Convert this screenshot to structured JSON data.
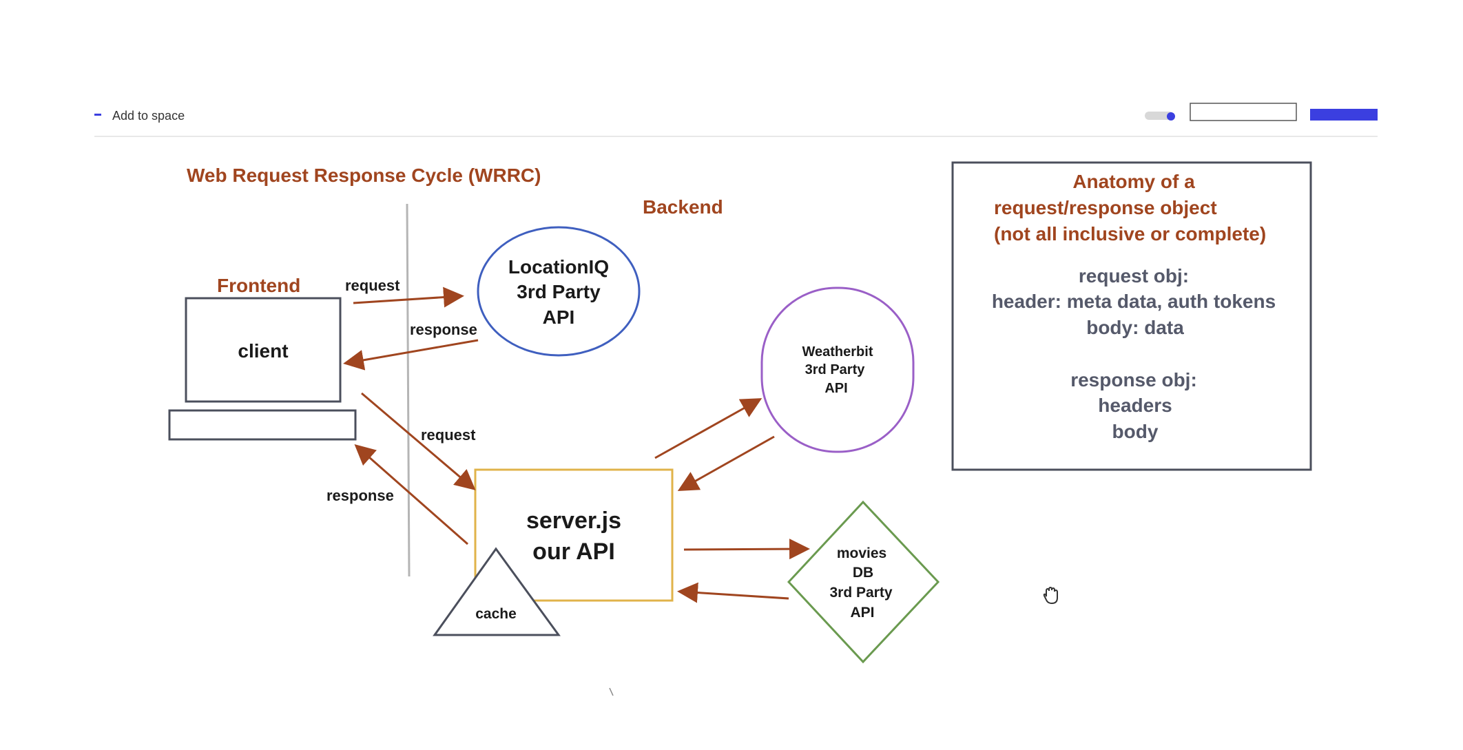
{
  "toolbar": {
    "add_to_space_label": "Add to space"
  },
  "diagram": {
    "title": "Web Request Response Cycle (WRRC)",
    "frontend_label": "Frontend",
    "backend_label": "Backend",
    "client_label": "client",
    "location_iq": [
      "LocationIQ",
      "3rd Party",
      "API"
    ],
    "weatherbit": [
      "Weatherbit",
      "3rd Party",
      "API"
    ],
    "server": [
      "server.js",
      "our API"
    ],
    "cache_label": "cache",
    "movies": [
      "movies",
      "DB",
      "3rd Party",
      "API"
    ],
    "arrow_labels": {
      "request_top": "request",
      "response_top": "response",
      "request_mid": "request",
      "response_mid": "response"
    }
  },
  "anatomy": {
    "title": [
      "Anatomy of a",
      "request/response object",
      "(not all inclusive or complete)"
    ],
    "body": [
      "request obj:",
      "header: meta data, auth tokens",
      "body: data",
      "response obj:",
      "headers",
      "body"
    ]
  },
  "colors": {
    "accent": "#a0451f",
    "location_circle": "#3f5fbf",
    "weatherbit_shape": "#9a5fc7",
    "server_box": "#e0b34a",
    "movies_diamond": "#6a9a4f",
    "outline": "#4b4f5c",
    "divider": "#b5b5b5",
    "toolbar_blue": "#3b3fe0"
  },
  "icons": [
    "hand-cursor-icon"
  ]
}
